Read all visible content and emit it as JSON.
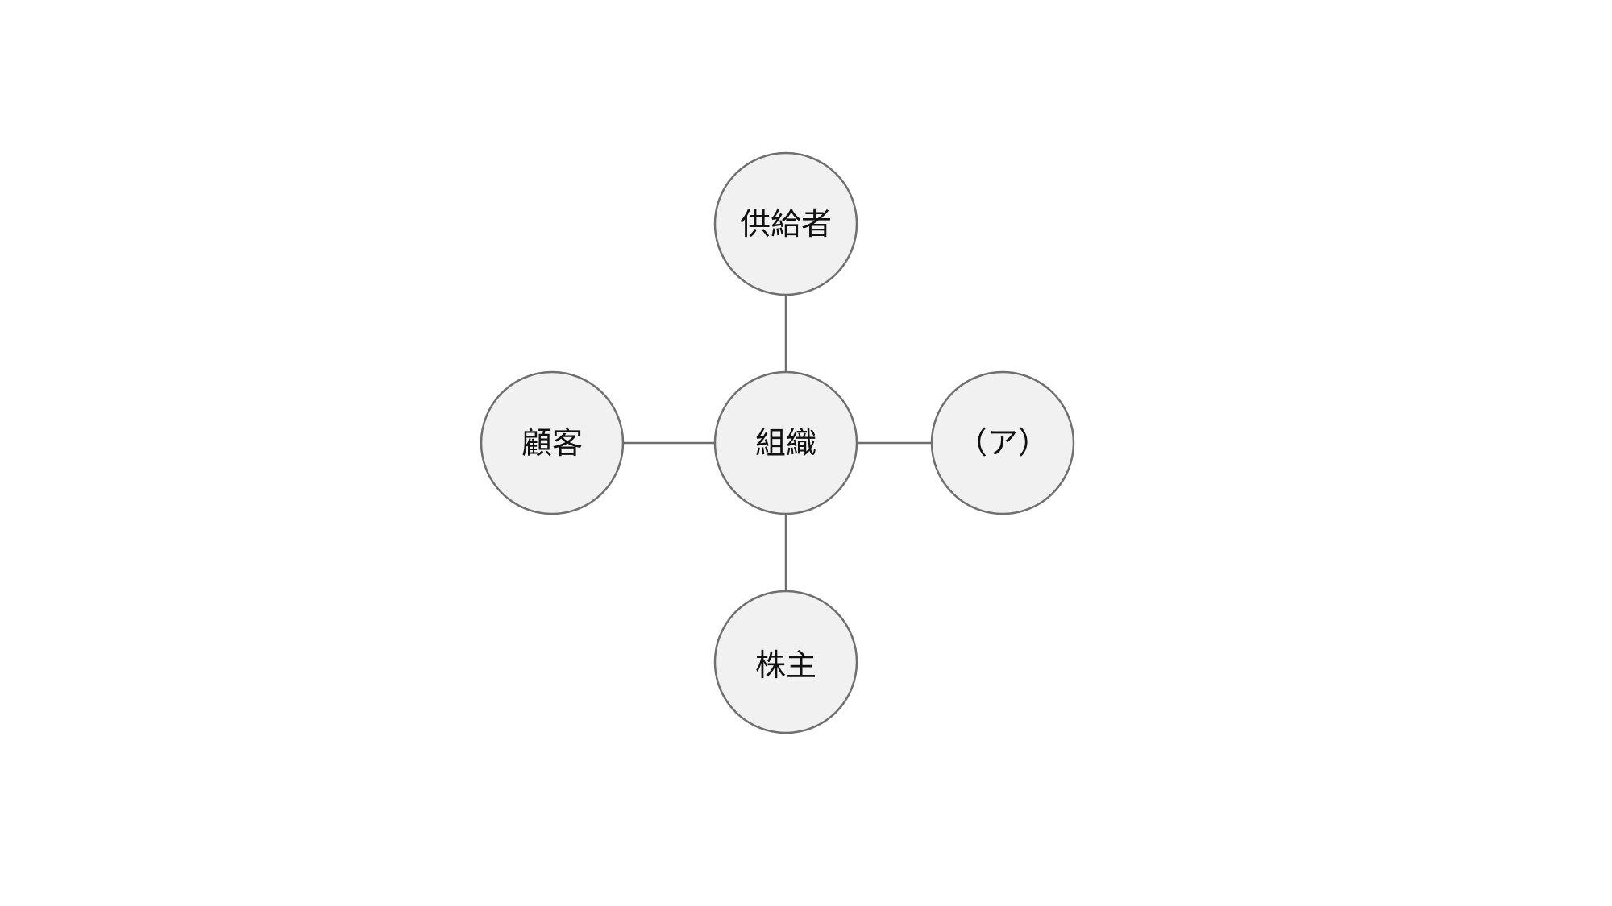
{
  "diagram": {
    "center": {
      "label": "組織"
    },
    "top": {
      "label": "供給者"
    },
    "left": {
      "label": "顧客"
    },
    "right": {
      "label": "（ア）"
    },
    "bottom": {
      "label": "株主"
    }
  },
  "colors": {
    "node_fill": "#f1f1f1",
    "stroke": "#6f6f6f",
    "text": "#111111",
    "background": "#ffffff"
  }
}
